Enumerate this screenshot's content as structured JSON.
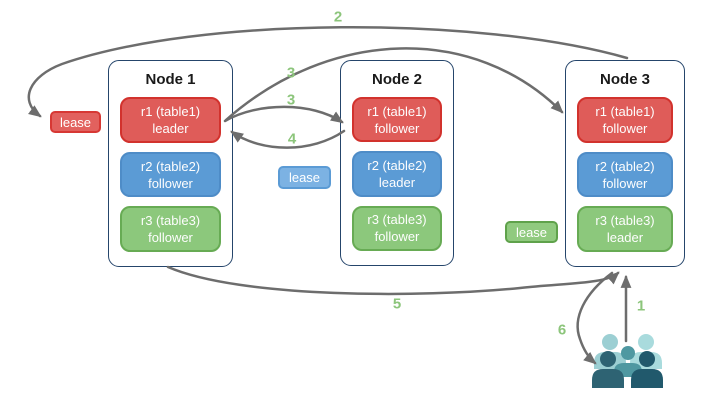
{
  "palette": {
    "red_fill": "#DF5C59",
    "red_border": "#D2322D",
    "blue_fill": "#5B9BD5",
    "blue_border": "#4E8CC7",
    "green_fill": "#8CC87C",
    "green_border": "#67AB54",
    "lease_red_fill": "#E2615E",
    "lease_red_border": "#D73834",
    "lease_blue_fill": "#7CB2E3",
    "lease_blue_border": "#5B9BD5",
    "lease_green_fill": "#90CA7F",
    "lease_green_border": "#5FA24B",
    "arrow": "#6D6D6D",
    "step_label": "#8CC57B",
    "node_border": "#25456B"
  },
  "nodes": [
    {
      "title": "Node 1",
      "replicas": [
        {
          "name": "r1 (table1)",
          "role": "leader",
          "color": "red"
        },
        {
          "name": "r2 (table2)",
          "role": "follower",
          "color": "blue"
        },
        {
          "name": "r3 (table3)",
          "role": "follower",
          "color": "green"
        }
      ]
    },
    {
      "title": "Node 2",
      "replicas": [
        {
          "name": "r1 (table1)",
          "role": "follower",
          "color": "red"
        },
        {
          "name": "r2 (table2)",
          "role": "leader",
          "color": "blue"
        },
        {
          "name": "r3 (table3)",
          "role": "follower",
          "color": "green"
        }
      ]
    },
    {
      "title": "Node 3",
      "replicas": [
        {
          "name": "r1 (table1)",
          "role": "follower",
          "color": "red"
        },
        {
          "name": "r2 (table2)",
          "role": "follower",
          "color": "blue"
        },
        {
          "name": "r3 (table3)",
          "role": "leader",
          "color": "green"
        }
      ]
    }
  ],
  "leases": [
    {
      "label": "lease",
      "color": "red"
    },
    {
      "label": "lease",
      "color": "blue"
    },
    {
      "label": "lease",
      "color": "green"
    }
  ],
  "steps": {
    "s1": "1",
    "s2": "2",
    "s3a": "3",
    "s3b": "3",
    "s4": "4",
    "s5": "5",
    "s6": "6"
  },
  "users_icon": {
    "colors": {
      "back_left": "#9CCFD3",
      "back_right": "#A9DBDD",
      "middle": "#4F98A1",
      "front_left": "#2E6373",
      "front_right": "#21596C"
    }
  }
}
